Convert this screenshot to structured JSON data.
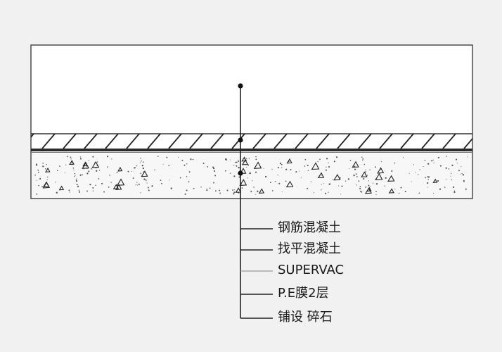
{
  "diagram": {
    "callouts": [
      {
        "label": "钢筋混凝土"
      },
      {
        "label": "找平混凝土"
      },
      {
        "label": "SUPERVAC"
      },
      {
        "label": "P.E膜2层"
      },
      {
        "label": "铺设 碎石"
      }
    ]
  }
}
